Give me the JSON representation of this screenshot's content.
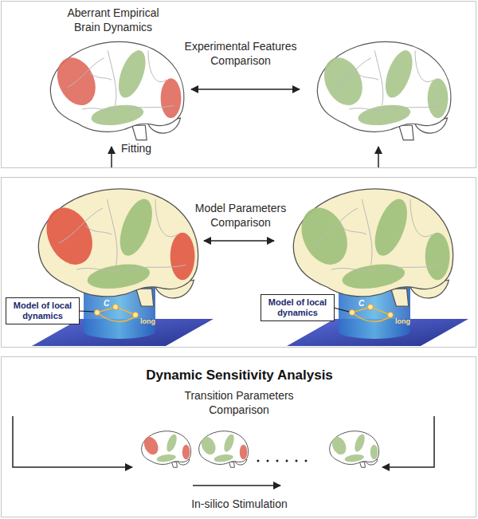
{
  "diagram": {
    "nodes": [
      {
        "text": [
          "Aberrant Empirical Brain Dynamics",
          "Experimental Features Comparison",
          "Fitting"
        ]
      },
      {
        "text": [
          "Model Parameters Comparison"
        ]
      },
      {
        "text": [
          "Model of local dynamics"
        ],
        "in": 1
      },
      {
        "text": [
          "Model of local dynamics"
        ],
        "in": 1
      },
      {
        "text": [
          "Dynamic Sensitivity Analysis",
          "Transition Parameters Comparison",
          "In-silico Stimulation"
        ]
      }
    ],
    "labels": [
      "C",
      "long",
      "C",
      "long"
    ]
  }
}
